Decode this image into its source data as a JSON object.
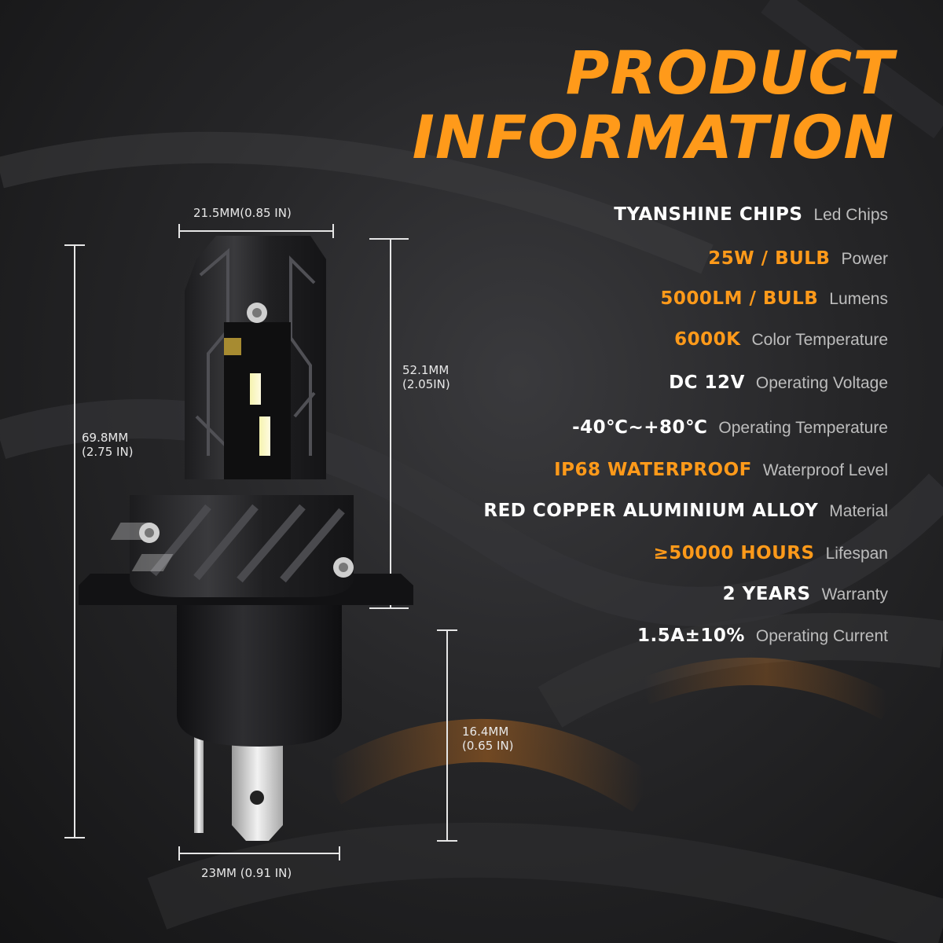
{
  "title": {
    "line1": "PRODUCT",
    "line2": "INFORMATION"
  },
  "colors": {
    "accent": "#ff9a1a",
    "white": "#ffffff",
    "label": "#bdbdbd",
    "background": "#262628"
  },
  "specs": [
    {
      "value": "TYANSHINE CHIPS",
      "label": "Led Chips",
      "color": "#ffffff"
    },
    {
      "value": "25W / BULB",
      "label": "Power",
      "color": "#ff9a1a"
    },
    {
      "value": "5000LM / BULB",
      "label": "Lumens",
      "color": "#ff9a1a"
    },
    {
      "value": "6000K",
      "label": "Color Temperature",
      "color": "#ff9a1a"
    },
    {
      "value": "DC 12V",
      "label": "Operating Voltage",
      "color": "#ffffff"
    },
    {
      "value": "-40℃~+80℃",
      "label": "Operating Temperature",
      "color": "#ffffff"
    },
    {
      "value": "IP68 WATERPROOF",
      "label": "Waterproof Level",
      "color": "#ff9a1a"
    },
    {
      "value": "RED COPPER ALUMINIUM ALLOY",
      "label": "Material",
      "color": "#ffffff"
    },
    {
      "value": "≥50000 HOURS",
      "label": "Lifespan",
      "color": "#ff9a1a"
    },
    {
      "value": "2 YEARS",
      "label": "Warranty",
      "color": "#ffffff"
    },
    {
      "value": "1.5A±10%",
      "label": "Operating Current",
      "color": "#ffffff"
    }
  ],
  "dimensions": {
    "top_width": "21.5MM(0.85 IN)",
    "head_height_line1": "52.1MM",
    "head_height_line2": "(2.05IN)",
    "total_height_line1": "69.8MM",
    "total_height_line2": "(2.75 IN)",
    "base_height_line1": "16.4MM",
    "base_height_line2": "(0.65 IN)",
    "base_width": "23MM (0.91 IN)"
  },
  "icons": {
    "bulb": "led-headlight-bulb-icon"
  }
}
